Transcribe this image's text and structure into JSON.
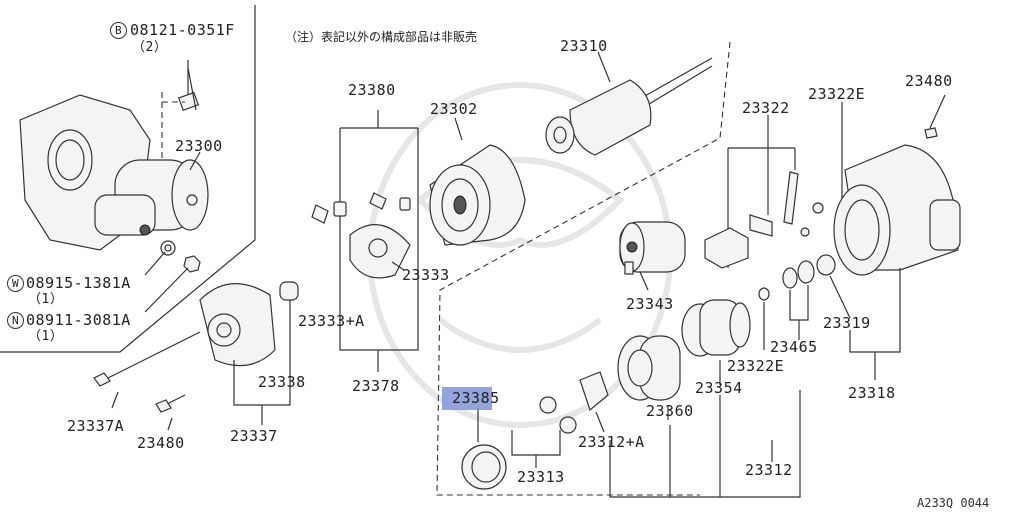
{
  "note": "（注）表記以外の構成部品は非販売",
  "figure_ref": "A233Q 0044",
  "labels": {
    "p08121": "08121-0351F",
    "p08121_qty": "（2）",
    "p08915": "08915-1381A",
    "p08915_qty": "（1）",
    "p08911": "08911-3081A",
    "p08911_qty": "（1）",
    "p23300": "23300",
    "p23310": "23310",
    "p23380": "23380",
    "p23302": "23302",
    "p23322": "23322",
    "p23322E_top": "23322E",
    "p23480_top": "23480",
    "p23333": "23333",
    "p23333A": "23333+A",
    "p23343": "23343",
    "p23319": "23319",
    "p23465": "23465",
    "p23322E_mid": "23322E",
    "p23338": "23338",
    "p23378": "23378",
    "p23385": "23385",
    "p23354": "23354",
    "p23360": "23360",
    "p23318": "23318",
    "p23337A": "23337A",
    "p23480_bot": "23480",
    "p23337": "23337",
    "p23312A": "23312+A",
    "p23313": "23313",
    "p23312": "23312"
  },
  "symbols": {
    "b": "B",
    "w": "W",
    "n": "N"
  },
  "highlight": {
    "target": "23385",
    "color": "#7f95d8"
  }
}
